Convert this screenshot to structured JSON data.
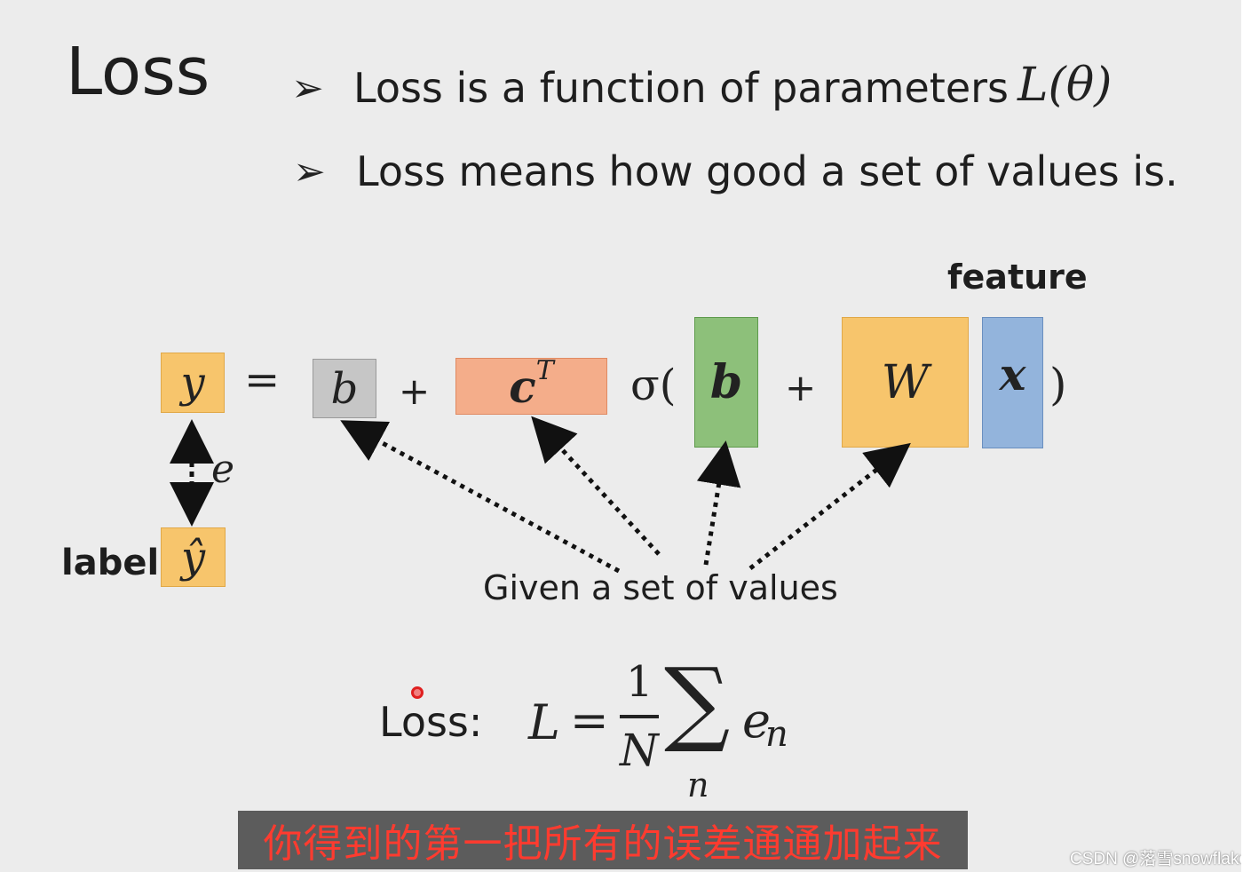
{
  "slide": {
    "title": "Loss",
    "bullets": [
      {
        "arrow": "➢",
        "text": "Loss is a function of parameters",
        "math": "L(θ)"
      },
      {
        "arrow": "➢",
        "text": "Loss means how good a set of values is."
      }
    ]
  },
  "diagram": {
    "feature_label": "feature",
    "y": "y",
    "equals": "=",
    "b1": "b",
    "plus1": "+",
    "cT_base": "c",
    "cT_sup": "T",
    "sigma_open": "σ(",
    "b2": "b",
    "plus2": "+",
    "W": "W",
    "x": "x",
    "close_paren": ")",
    "e": "e",
    "label_text": "label",
    "y_hat": "ŷ",
    "given_text": "Given a set of values",
    "colors": {
      "yellow": "#f7c56c",
      "gray": "#c6c6c6",
      "orange": "#f4ad8a",
      "green": "#8dc07a",
      "blue": "#93b4dc"
    }
  },
  "formula": {
    "loss_label": "Loss:",
    "L": "L",
    "eq": "=",
    "numerator": "1",
    "denominator": "N",
    "sum": "∑",
    "sum_index": "n",
    "e": "e",
    "e_sub": "n"
  },
  "caption": {
    "text": "你得到的第一把所有的误差通通加起来"
  },
  "watermark": {
    "text": "CSDN @落雪snowflake"
  }
}
